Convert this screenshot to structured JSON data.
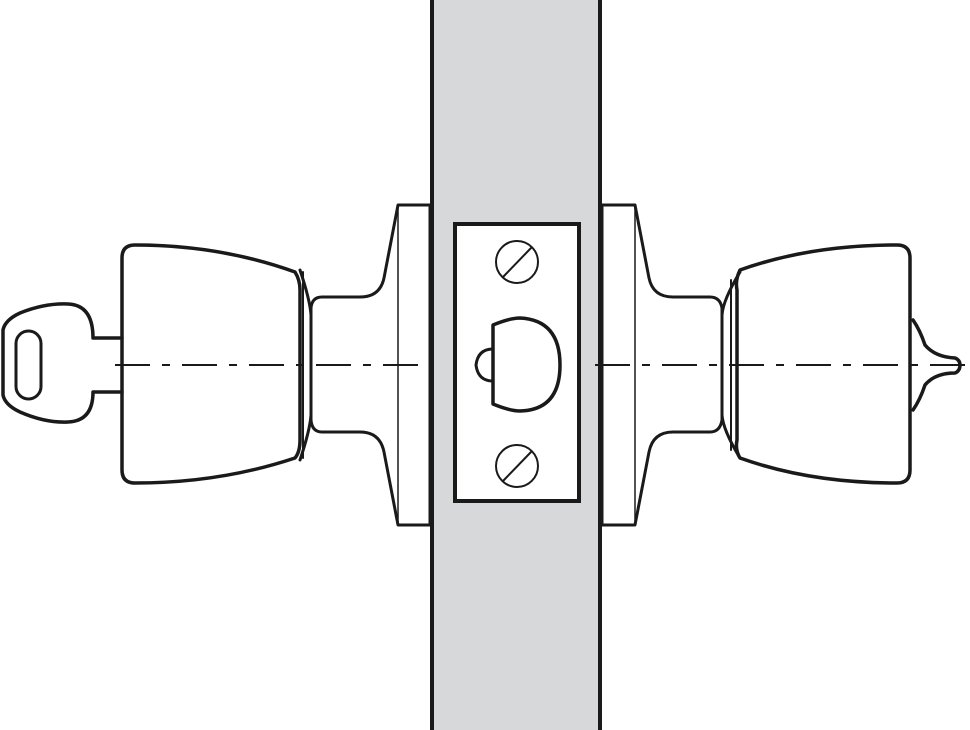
{
  "diagram": {
    "title": "Keyed entry knob lockset mounted through door (side view)",
    "colors": {
      "background": "#ffffff",
      "door": "#d7d8da",
      "stroke": "#1a1a1a",
      "faceplate": "#ffffff"
    },
    "components": [
      {
        "id": "key",
        "label": "Key"
      },
      {
        "id": "outside-knob",
        "label": "Outside knob"
      },
      {
        "id": "outside-rose",
        "label": "Outside rose"
      },
      {
        "id": "door",
        "label": "Door"
      },
      {
        "id": "latch-faceplate",
        "label": "Latch faceplate"
      },
      {
        "id": "latch-bolt",
        "label": "Latch bolt"
      },
      {
        "id": "faceplate-screw-top",
        "label": "Faceplate screw"
      },
      {
        "id": "faceplate-screw-bottom",
        "label": "Faceplate screw"
      },
      {
        "id": "inside-rose",
        "label": "Inside rose"
      },
      {
        "id": "inside-knob",
        "label": "Inside knob"
      },
      {
        "id": "turn-button",
        "label": "Push / turn button"
      },
      {
        "id": "centerline",
        "label": "Center line"
      }
    ]
  }
}
